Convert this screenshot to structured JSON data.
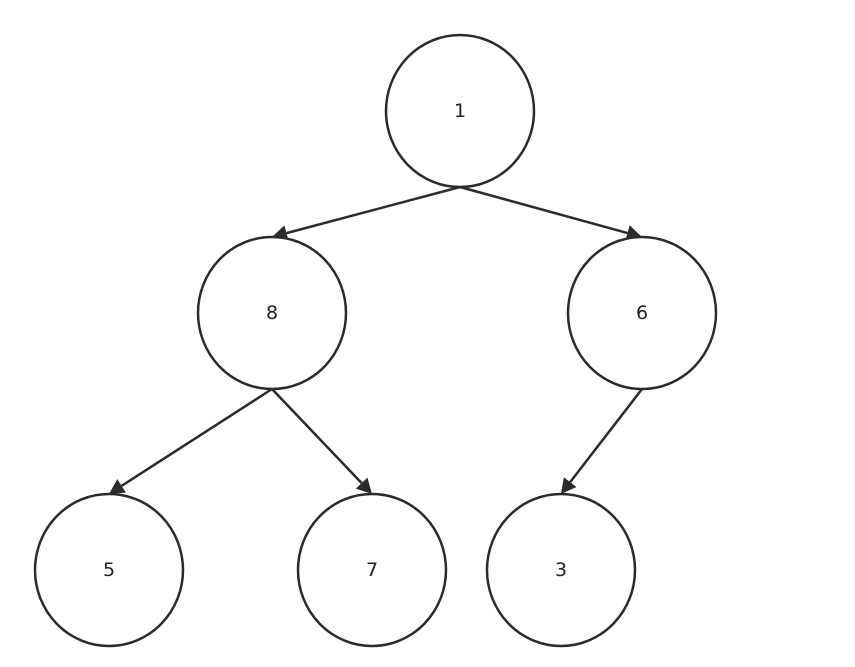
{
  "diagram": {
    "type": "binary-tree",
    "colors": {
      "stroke": "#2b2b2b",
      "fill": "#ffffff",
      "text": "#222222"
    },
    "nodes": [
      {
        "id": "n1",
        "label": "1"
      },
      {
        "id": "n8",
        "label": "8"
      },
      {
        "id": "n6",
        "label": "6"
      },
      {
        "id": "n5",
        "label": "5"
      },
      {
        "id": "n7",
        "label": "7"
      },
      {
        "id": "n3",
        "label": "3"
      }
    ],
    "edges": [
      {
        "from": "n1",
        "to": "n8"
      },
      {
        "from": "n1",
        "to": "n6"
      },
      {
        "from": "n8",
        "to": "n5"
      },
      {
        "from": "n8",
        "to": "n7"
      },
      {
        "from": "n6",
        "to": "n3"
      }
    ]
  }
}
